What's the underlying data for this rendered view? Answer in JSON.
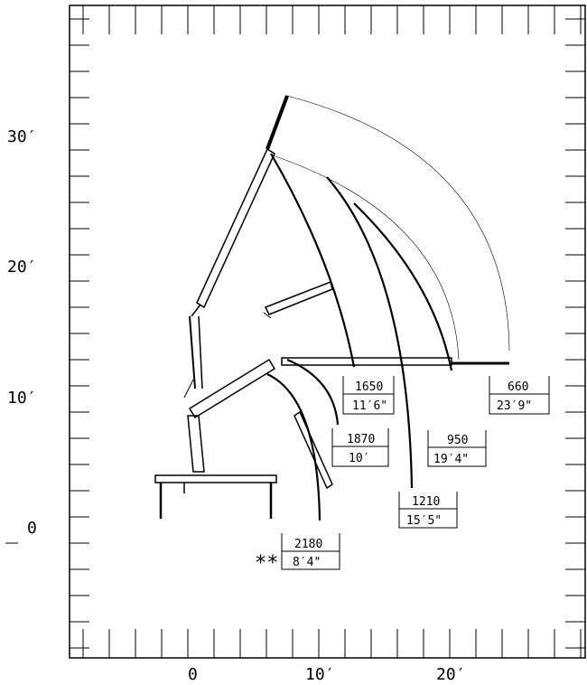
{
  "axes": {
    "y_ticks": [
      {
        "label": "30′",
        "value": 30
      },
      {
        "label": "20′",
        "value": 20
      },
      {
        "label": "10′",
        "value": 10
      },
      {
        "label": "0",
        "value": 0
      }
    ],
    "x_ticks": [
      {
        "label": "0",
        "value": 0
      },
      {
        "label": "10′",
        "value": 10
      },
      {
        "label": "20′",
        "value": 20
      }
    ]
  },
  "load_points": [
    {
      "load": "1650",
      "reach": "11′6\""
    },
    {
      "load": "660",
      "reach": "23′9\""
    },
    {
      "load": "1870",
      "reach": "10′"
    },
    {
      "load": "950",
      "reach": "19′4\""
    },
    {
      "load": "1210",
      "reach": "15′5\""
    },
    {
      "load": "2180",
      "reach": "8′4\"",
      "note": "**"
    }
  ]
}
